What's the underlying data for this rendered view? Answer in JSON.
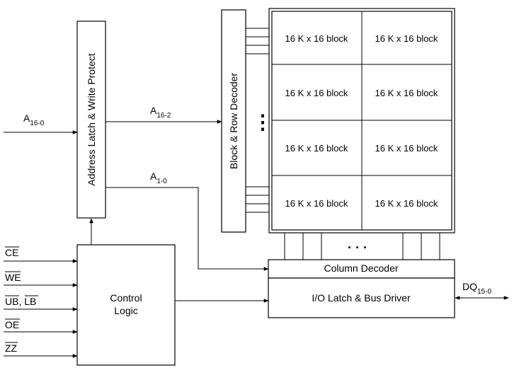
{
  "address_latch": "Address Latch & Write Protect",
  "row_decoder": "Block & Row Decoder",
  "column_decoder": "Column Decoder",
  "io_latch": "I/O Latch & Bus Driver",
  "control_logic": {
    "line1": "Control",
    "line2": "Logic"
  },
  "signals": {
    "a_in": {
      "base": "A",
      "sub": "16-0"
    },
    "a_hi": {
      "base": "A",
      "sub": "16-2"
    },
    "a_lo": {
      "base": "A",
      "sub": "1-0"
    },
    "dq": {
      "base": "DQ",
      "sub": "15-0"
    }
  },
  "control_inputs": {
    "ce": "CE",
    "we": "WE",
    "ub": "UB",
    "lb": "LB",
    "oe": "OE",
    "zz": "ZZ"
  },
  "ub_lb_separator": ",",
  "memory_blocks": [
    "16 K x 16 block",
    "16 K x 16 block",
    "16 K x 16 block",
    "16 K x 16 block",
    "16 K x 16 block",
    "16 K x 16 block",
    "16 K x 16 block",
    "16 K x 16 block"
  ],
  "ellipsis_v": "⋮",
  "ellipsis_h": "· · ·"
}
